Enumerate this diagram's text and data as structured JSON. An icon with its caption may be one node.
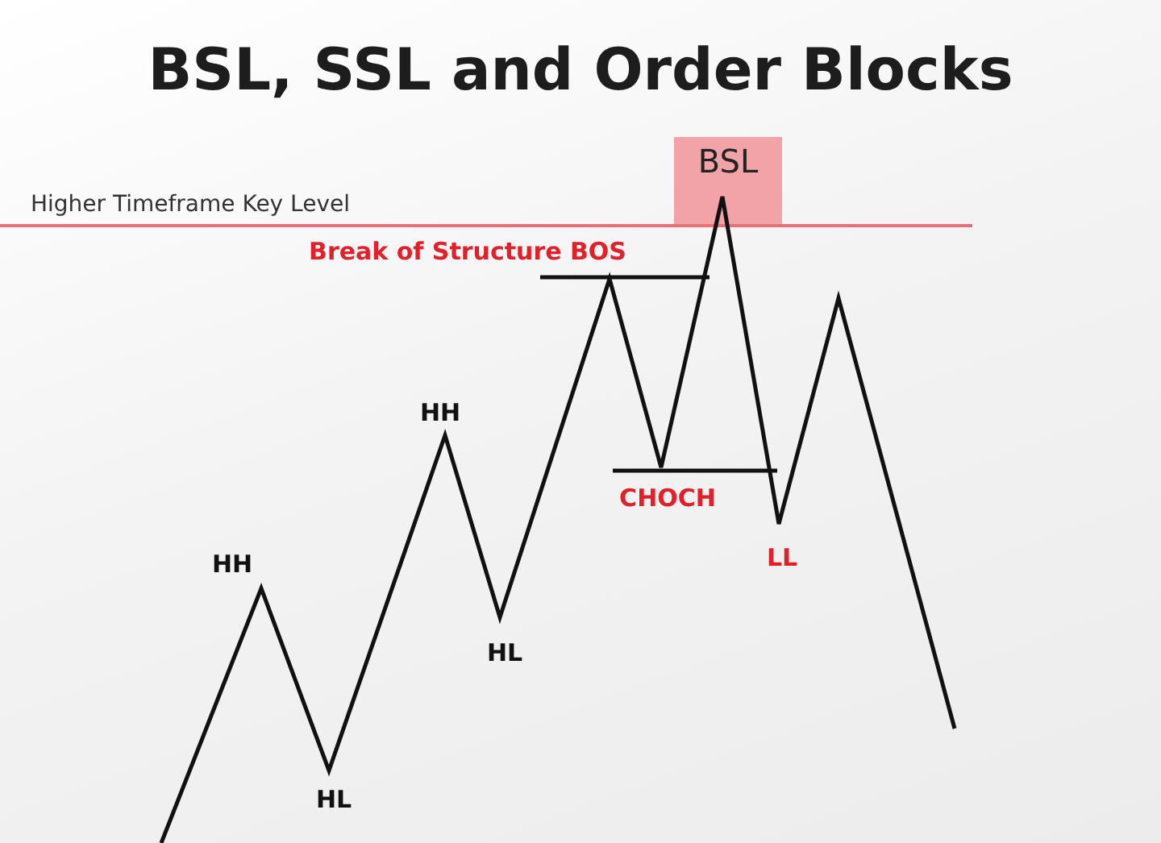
{
  "diagram": {
    "title": "BSL, SSL and Order Blocks",
    "nodes": [
      {
        "text": [
          "BSL"
        ]
      }
    ],
    "labels": [
      "Higher Timeframe Key Level",
      "Break of Structure BOS",
      "HH",
      "CHOCH",
      "LL",
      "HH",
      "HL",
      "HL"
    ]
  }
}
